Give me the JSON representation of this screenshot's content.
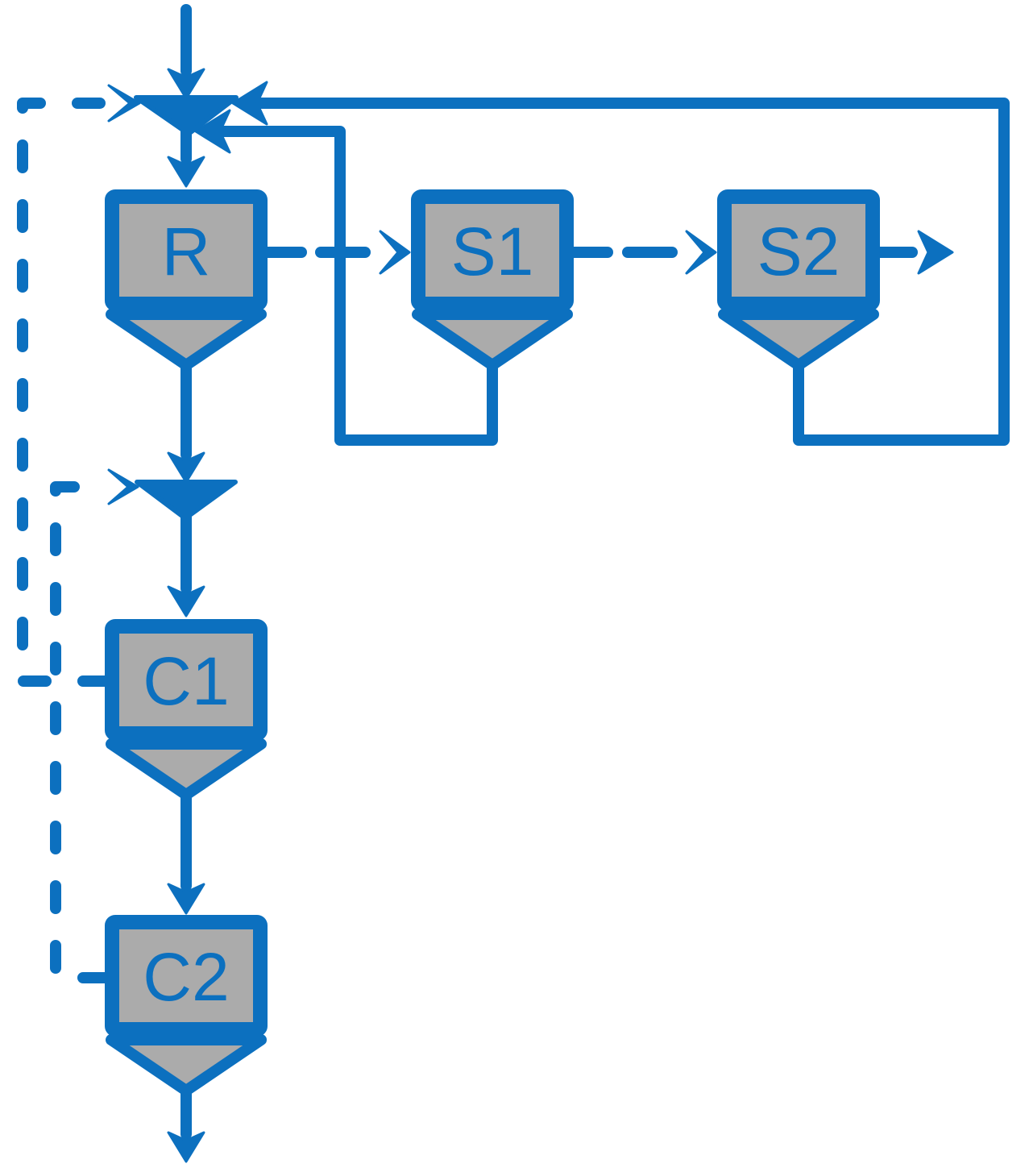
{
  "diagram": {
    "type": "process-flow-diagram",
    "colors": {
      "line": "#0c70bf",
      "fill": "#ababab",
      "background": "#ffffff"
    },
    "nodes": [
      {
        "id": "R",
        "label": "R",
        "shape": "box-with-hopper"
      },
      {
        "id": "S1",
        "label": "S1",
        "shape": "box-with-hopper"
      },
      {
        "id": "S2",
        "label": "S2",
        "shape": "box-with-hopper"
      },
      {
        "id": "C1",
        "label": "C1",
        "shape": "box-with-hopper"
      },
      {
        "id": "C2",
        "label": "C2",
        "shape": "box-with-hopper"
      }
    ],
    "junctions": [
      {
        "id": "mixer-1",
        "description": "merge point above R: fresh feed + S2 bottoms recycle + S1 bottoms recycle + C1 side stream"
      },
      {
        "id": "mixer-2",
        "description": "merge point above C1: R bottoms + C2 side stream"
      }
    ],
    "edges": [
      {
        "from": "feed",
        "to": "mixer-1",
        "style": "solid"
      },
      {
        "from": "mixer-1",
        "to": "R",
        "style": "solid"
      },
      {
        "from": "R",
        "to": "S1",
        "style": "dashed"
      },
      {
        "from": "S1",
        "to": "S2",
        "style": "dashed"
      },
      {
        "from": "S2",
        "to": "product-out",
        "style": "solid"
      },
      {
        "from": "S1-bottoms",
        "to": "mixer-1",
        "style": "solid"
      },
      {
        "from": "S2-bottoms",
        "to": "mixer-1",
        "style": "solid"
      },
      {
        "from": "R-bottoms",
        "to": "mixer-2",
        "style": "solid"
      },
      {
        "from": "mixer-2",
        "to": "C1",
        "style": "solid"
      },
      {
        "from": "C1-bottoms",
        "to": "C2",
        "style": "solid"
      },
      {
        "from": "C1-side",
        "to": "mixer-1",
        "style": "dashed"
      },
      {
        "from": "C2-side",
        "to": "mixer-2",
        "style": "dashed"
      },
      {
        "from": "C2-bottoms",
        "to": "outlet",
        "style": "solid"
      }
    ]
  }
}
